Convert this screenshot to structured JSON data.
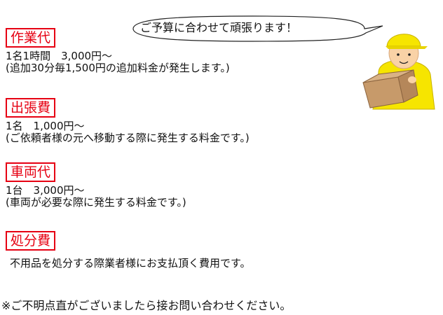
{
  "bubble": {
    "text": "ご予算に合わせて頑張ります！"
  },
  "sections": [
    {
      "label": "作業代",
      "lines": [
        "1名1時間　3,000円〜",
        "(追加30分毎1,500円の追加料金が発生します。)"
      ]
    },
    {
      "label": "出張費",
      "lines": [
        "1名　1,000円〜",
        "(ご依頼者様の元へ移動する際に発生する料金です。)"
      ]
    },
    {
      "label": "車両代",
      "lines": [
        "1台　3,000円〜",
        "(車両が必要な際に発生する料金です。)"
      ]
    },
    {
      "label": "処分費",
      "lines": [
        "不用品を処分する際業者様にお支払頂く費用です。"
      ]
    }
  ],
  "note": "※ご不明点直がございましたら接お問い合わせください。",
  "colors": {
    "label_border": "#e60012",
    "uniform": "#f6e500",
    "box": "#c79a6a"
  },
  "icons": [
    "speech-bubble-icon",
    "delivery-worker-illustration"
  ]
}
